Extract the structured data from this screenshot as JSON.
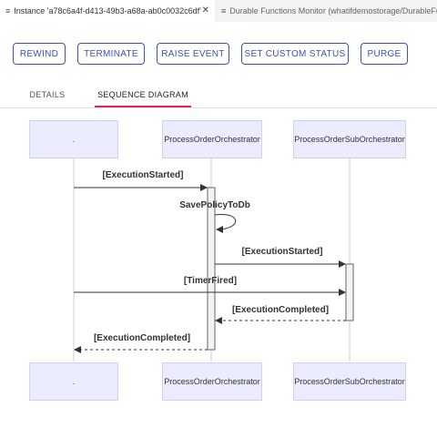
{
  "tabs": [
    {
      "label": "Instance 'a78c6a4f-d413-49b3-a68a-ab0c0032c6df'",
      "icon": "document-icon"
    },
    {
      "label": "Durable Functions Monitor (whatifdemostorage/DurableFunctions)",
      "icon": "document-icon"
    }
  ],
  "toolbar": {
    "rewind": "REWIND",
    "terminate": "TERMINATE",
    "raise_event": "RAISE EVENT",
    "set_custom_status": "SET CUSTOM STATUS",
    "purge": "PURGE"
  },
  "view_tabs": {
    "details": "DETAILS",
    "sequence_diagram": "SEQUENCE DIAGRAM",
    "active": "sequence_diagram"
  },
  "diagram": {
    "participants": [
      ".",
      "ProcessOrderOrchestrator",
      "ProcessOrderSubOrchestrator"
    ],
    "messages": [
      {
        "label": "[ExecutionStarted]",
        "from": ".",
        "to": "ProcessOrderOrchestrator",
        "style": "solid"
      },
      {
        "label": "SavePolicyToDb",
        "from": "ProcessOrderOrchestrator",
        "to": "ProcessOrderOrchestrator",
        "style": "solid"
      },
      {
        "label": "[ExecutionStarted]",
        "from": "ProcessOrderOrchestrator",
        "to": "ProcessOrderSubOrchestrator",
        "style": "solid"
      },
      {
        "label": "[TimerFired]",
        "from": ".",
        "to": "ProcessOrderSubOrchestrator",
        "style": "solid"
      },
      {
        "label": "[ExecutionCompleted]",
        "from": "ProcessOrderSubOrchestrator",
        "to": "ProcessOrderOrchestrator",
        "style": "dashed"
      },
      {
        "label": "[ExecutionCompleted]",
        "from": "ProcessOrderOrchestrator",
        "to": ".",
        "style": "dashed"
      }
    ]
  },
  "colors": {
    "accent": "#3f51b5",
    "tab_indicator": "#e91e63",
    "actor_fill": "#ececff"
  }
}
